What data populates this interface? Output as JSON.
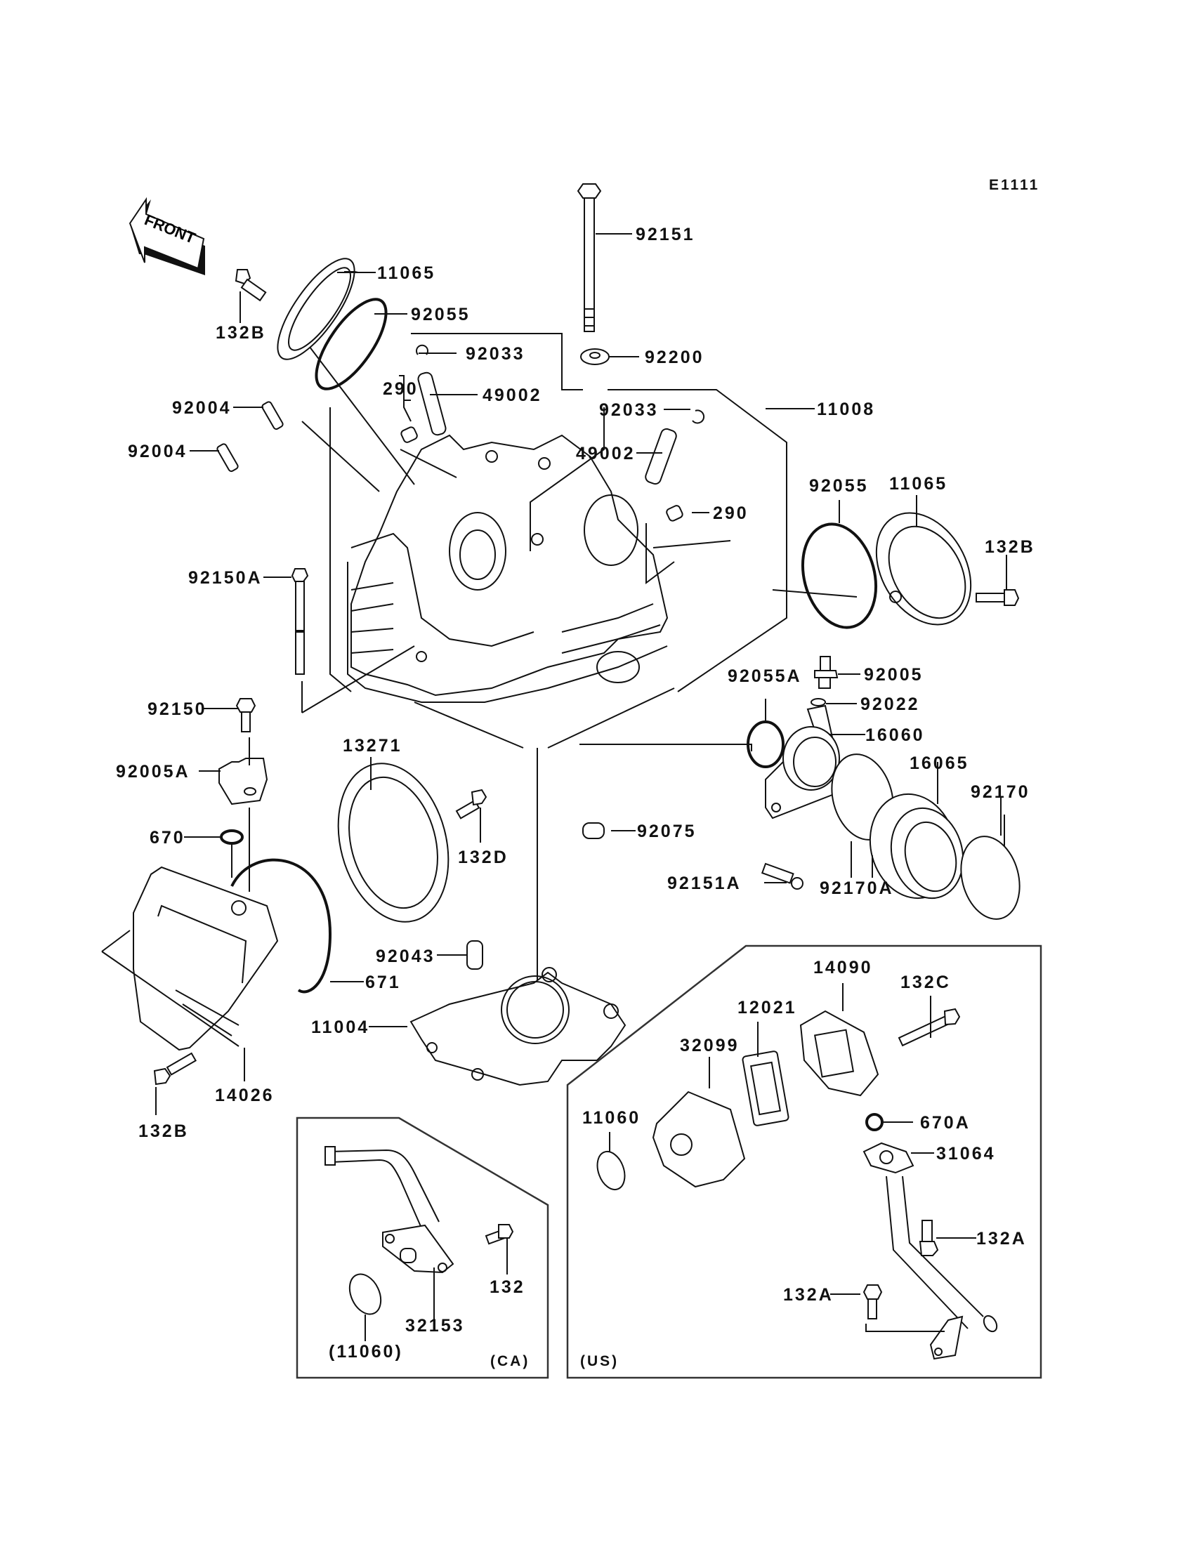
{
  "diagram": {
    "code": "E1111",
    "front_label": "FRONT",
    "region_labels": {
      "ca": "(CA)",
      "us": "(US)"
    },
    "parts": {
      "p92151": "92151",
      "p11065a": "11065",
      "p132b_a": "132B",
      "p92055a": "92055",
      "p92033a": "92033",
      "p92200": "92200",
      "p290a": "290",
      "p49002a": "49002",
      "p92004a": "92004",
      "p92033b": "92033",
      "p11008": "11008",
      "p92004b": "92004",
      "p49002b": "49002",
      "p92055b": "92055",
      "p11065b": "11065",
      "p290b": "290",
      "p132b_b": "132B",
      "p92150a": "92150A",
      "p92005": "92005",
      "p92055a_alt": "92055A",
      "p92022": "92022",
      "p92150": "92150",
      "p16060": "16060",
      "p13271": "13271",
      "p16065": "16065",
      "p92005a": "92005A",
      "p92170": "92170",
      "p670": "670",
      "p92075": "92075",
      "p132d": "132D",
      "p92151a": "92151A",
      "p92170a": "92170A",
      "p92043": "92043",
      "p671": "671",
      "p14090": "14090",
      "p11004": "11004",
      "p132c": "132C",
      "p12021": "12021",
      "p32099": "32099",
      "p132b_c": "132B",
      "p14026": "14026",
      "p11060": "11060",
      "p670a": "670A",
      "p31064": "31064",
      "p132a_a": "132A",
      "p132": "132",
      "p132a_b": "132A",
      "p32153": "32153",
      "p11060_paren": "(11060)"
    }
  }
}
